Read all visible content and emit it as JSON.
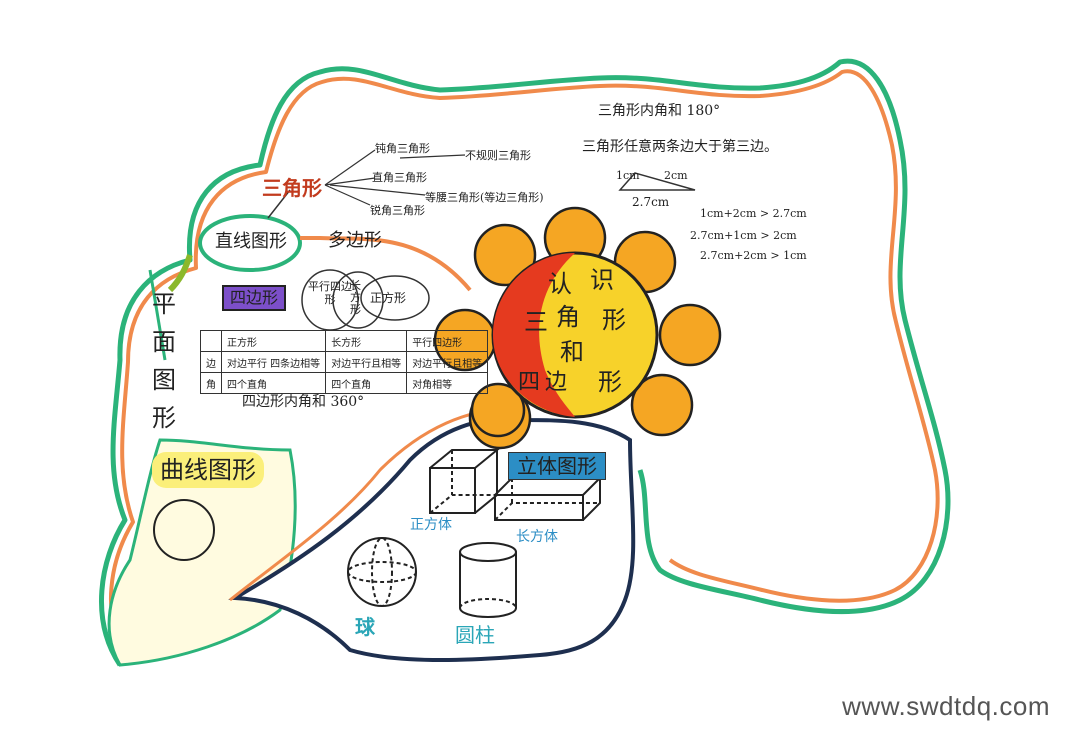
{
  "sheet": {
    "plane_shapes": [
      "平",
      "面",
      "图",
      "形"
    ],
    "straight_figures": "直线图形",
    "curved_figures": "曲线图形",
    "solid_figures": "立体图形",
    "center": {
      "recognize": [
        "认",
        "识"
      ],
      "triangle": [
        "三",
        "角"
      ],
      "and": "和",
      "quadrilateral": [
        "四",
        "边",
        "形"
      ]
    }
  },
  "triangle": {
    "label": "三角形",
    "kinds": [
      "钝角三角形",
      "直角三角形",
      "锐角三角形",
      "等腰三角形(等边三角形)",
      "不规则三角形"
    ]
  },
  "triangle_facts": {
    "angle_sum": "三角形内角和 180°",
    "sides_rule": "三角形任意两条边大于第三边。",
    "diagram_labels": [
      "1cm",
      "2cm",
      "2.7cm"
    ],
    "inequalities": [
      "1cm+2cm > 2.7cm",
      "2.7cm+1cm > 2cm",
      "2.7cm+2cm > 1cm"
    ]
  },
  "polygon": "多边形",
  "quadrilateral": {
    "label": "四边形",
    "bubbles": [
      "平行四边形",
      "长方形",
      "正方形"
    ],
    "table": {
      "headers": [
        "",
        "正方形",
        "长方形",
        "平行四边形"
      ],
      "rows": [
        [
          "边",
          "对边平行 四条边相等",
          "对边平行且相等",
          "对边平行且相等"
        ],
        [
          "角",
          "四个直角",
          "四个直角",
          "对角相等"
        ]
      ]
    },
    "angle_sum": "四边形内角和 360°"
  },
  "solids": {
    "cube": "正方体",
    "cuboid": "长方体",
    "sphere": "球",
    "cylinder": "圆柱"
  },
  "watermark": "www.swdtdq.com",
  "colors": {
    "outline_green": "#2bb37a",
    "outline_orange": "#f08a4b",
    "petal": "#f5a623",
    "center_red": "#e53a1f",
    "center_yellow": "#f7d22a",
    "quad_purple": "#7c4fc9",
    "solid_blue": "#2c8ec5",
    "curve_yellow": "#fbef7a",
    "solid_region_border": "#1e2f4f"
  }
}
